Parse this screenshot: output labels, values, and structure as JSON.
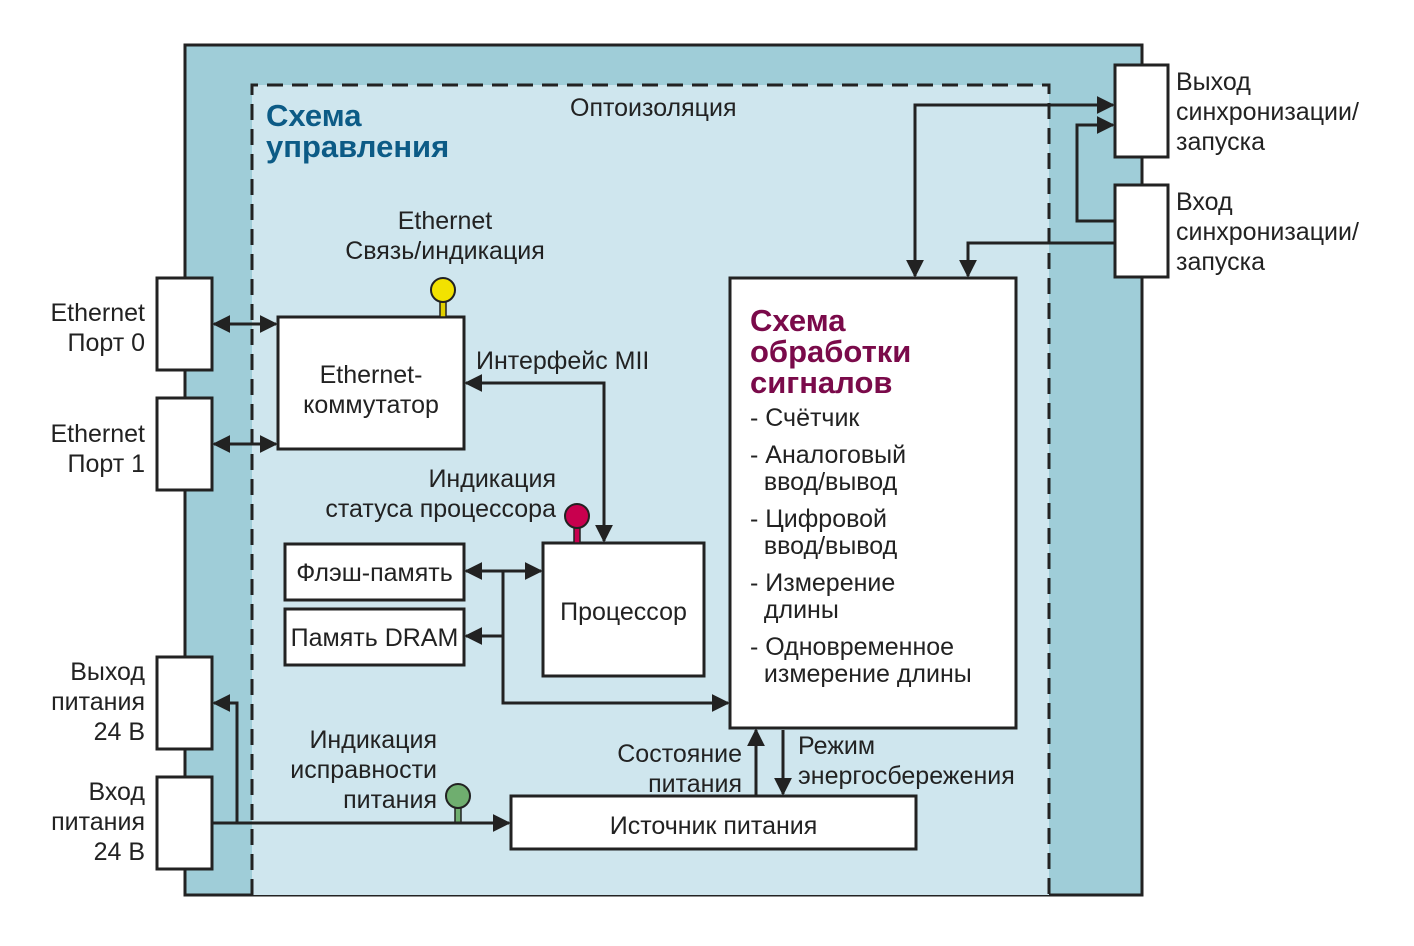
{
  "control_title": "Схема\nуправления",
  "optoisolation": "Оптоизоляция",
  "ethernet_indication": "Ethernet\nСвязь/индикация",
  "ethernet_switch": "Ethernet-\nкоммутатор",
  "mii_interface": "Интерфейс MII",
  "cpu_status": "Индикация\nстатуса процессора",
  "flash": "Флэш-память",
  "dram": "Память DRAM",
  "processor": "Процессор",
  "power_health": "Индикация\nисправности\nпитания",
  "power_supply": "Источник питания",
  "power_state": "Состояние\nпитания",
  "power_save": "Режим\nэнергосбережения",
  "ports": {
    "eth0": "Ethernet\nПорт 0",
    "eth1": "Ethernet\nПорт 1",
    "pwr_out": "Выход\nпитания\n24 В",
    "pwr_in": "Вход\nпитания\n24 В",
    "sync_out": "Выход\nсинхронизации/\nзапуска",
    "sync_in": "Вход\nсинхронизации/\nзапуска"
  },
  "dsp": {
    "title": "Схема\nобработки\nсигналов",
    "items": [
      "- Счётчик",
      "- Аналоговый\n  ввод/вывод",
      "- Цифровой\n  ввод/вывод",
      "- Измерение\n  длины",
      "- Одновременное\n  измерение длины"
    ]
  },
  "colors": {
    "outer": "#9fcdd8",
    "inner": "#cfe6ee",
    "led_ethernet": "#f2e200",
    "led_cpu": "#c8004e",
    "led_power": "#6fae6f",
    "control_title": "#0c5b86",
    "dsp_title": "#7a0a4a"
  }
}
